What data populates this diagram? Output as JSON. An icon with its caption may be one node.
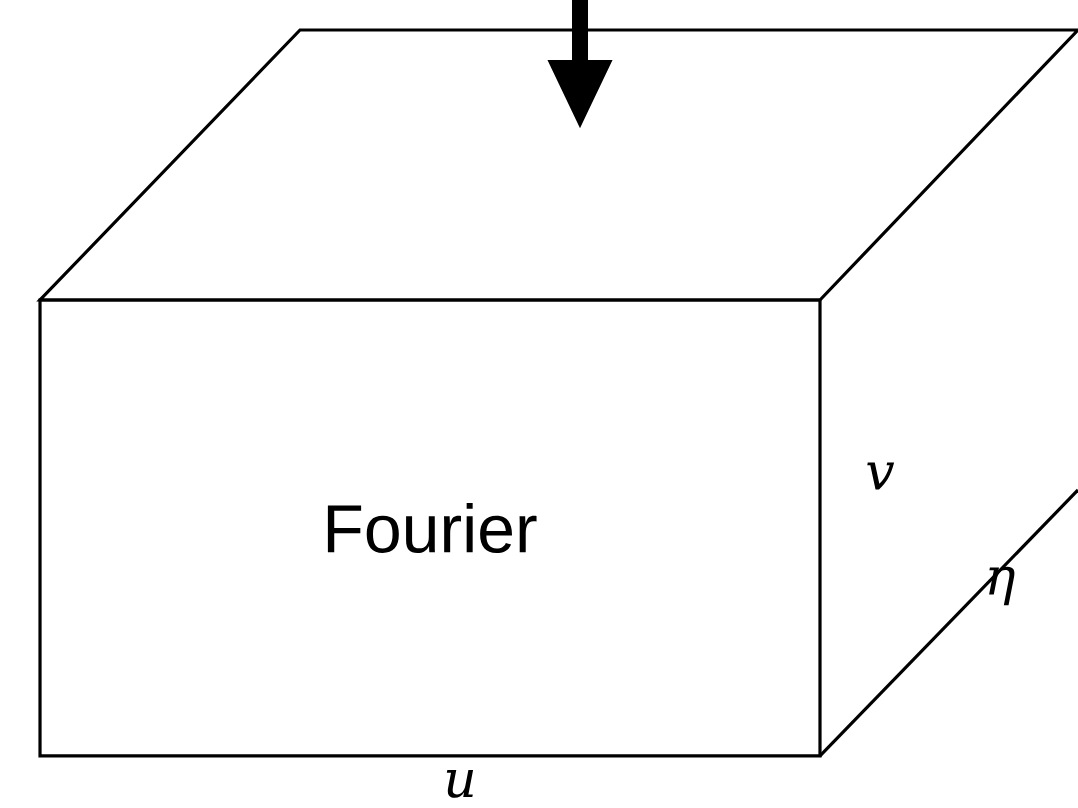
{
  "diagram": {
    "nodes": [
      {
        "text": [
          "Fourier"
        ]
      },
      {
        "text": [],
        "shape": "box"
      }
    ],
    "edges": [
      {
        "from": null,
        "to": 1,
        "arrow": "to"
      }
    ],
    "labels": [
      "u",
      "v",
      "η"
    ]
  }
}
